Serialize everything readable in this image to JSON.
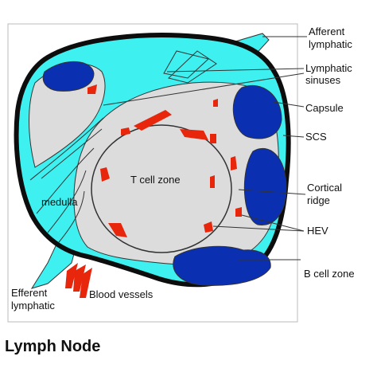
{
  "title": "Lymph Node",
  "labels": {
    "afferent_1": "Afferent",
    "afferent_2": "lymphatic",
    "lymphatic_sinuses_1": "Lymphatic",
    "lymphatic_sinuses_2": "sinuses",
    "capsule": "Capsule",
    "scs": "SCS",
    "cortical_ridge_1": "Cortical",
    "cortical_ridge_2": "ridge",
    "hev": "HEV",
    "b_cell_zone": "B cell zone",
    "t_cell_zone": "T cell zone",
    "medulla": "medulla",
    "efferent_1": "Efferent",
    "efferent_2": "lymphatic",
    "blood_vessels": "Blood vessels"
  },
  "colors": {
    "capsule": "#0d0d0d",
    "sinus": "#3ff0f0",
    "cortex": "#dcdcdc",
    "b_cell_zone": "#0a2fb0",
    "hev": "#e8260c",
    "lines": "#333333"
  }
}
